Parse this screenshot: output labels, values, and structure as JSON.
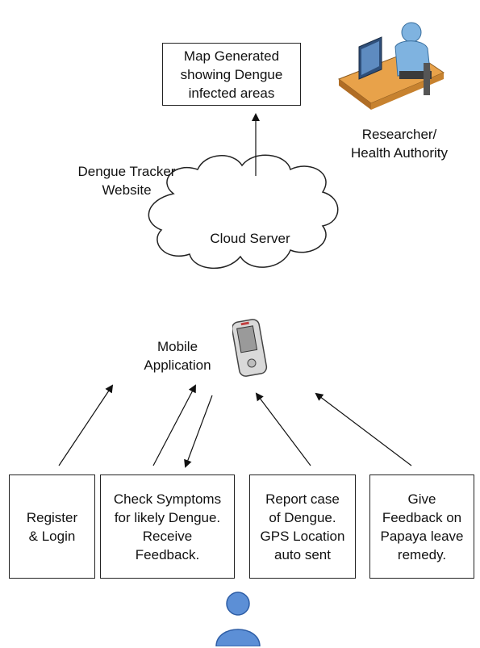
{
  "top_box": "Map Generated\nshowing Dengue\ninfected areas",
  "researcher_label": "Researcher/\nHealth Authority",
  "website_label": "Dengue Tracker\nWebsite",
  "cloud_label": "Cloud Server",
  "mobile_label": "Mobile\nApplication",
  "boxes": [
    "Register\n& Login",
    "Check Symptoms\nfor likely Dengue.\nReceive\nFeedback.",
    "Report case\nof Dengue.\nGPS Location\nauto sent",
    "Give\nFeedback on\nPapaya leave\nremedy."
  ],
  "icons": {
    "researcher": "researcher-at-desk-icon",
    "phone": "mobile-phone-icon",
    "user": "user-icon"
  }
}
